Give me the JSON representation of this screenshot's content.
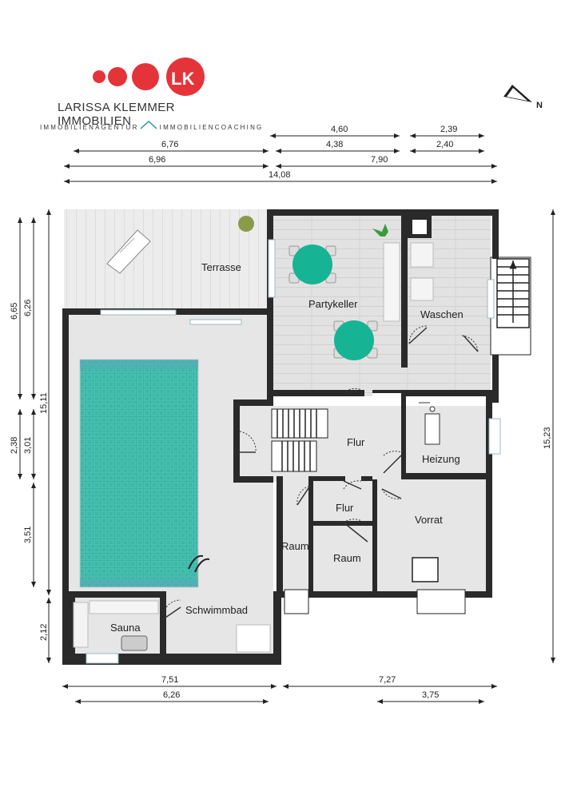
{
  "brand": {
    "name": "LARISSA KLEMMER IMMOBILIEN",
    "tagline_left": "IMMOBILIENAGENTUR",
    "tagline_right": "IMMOBILIENCOACHING",
    "logo_letters": "LK",
    "accent_color": "#e5333a"
  },
  "compass": {
    "label": "N"
  },
  "rooms": {
    "terrasse": "Terrasse",
    "partykeller": "Partykeller",
    "waschen": "Waschen",
    "flur_main": "Flur",
    "flur_small": "Flur",
    "heizung": "Heizung",
    "vorrat": "Vorrat",
    "raum_left": "Raum",
    "raum_mid": "Raum",
    "sauna": "Sauna",
    "schwimmbad": "Schwimmbad"
  },
  "dimensions": {
    "top": [
      "4,60",
      "2,39",
      "6,76",
      "4,38",
      "2,40",
      "6,96",
      "7,90",
      "14,08"
    ],
    "bottom": [
      "7,51",
      "7,27",
      "6,26",
      "3,75"
    ],
    "left": [
      "6,65",
      "6,26",
      "15,11",
      "2,38",
      "3,01",
      "3,51",
      "2,12"
    ],
    "right": [
      "15,23"
    ]
  },
  "colors": {
    "wall": "#2a2a2a",
    "pool": "#3fb8a8",
    "floor": "#e6e6e6",
    "table": "#16b394"
  }
}
